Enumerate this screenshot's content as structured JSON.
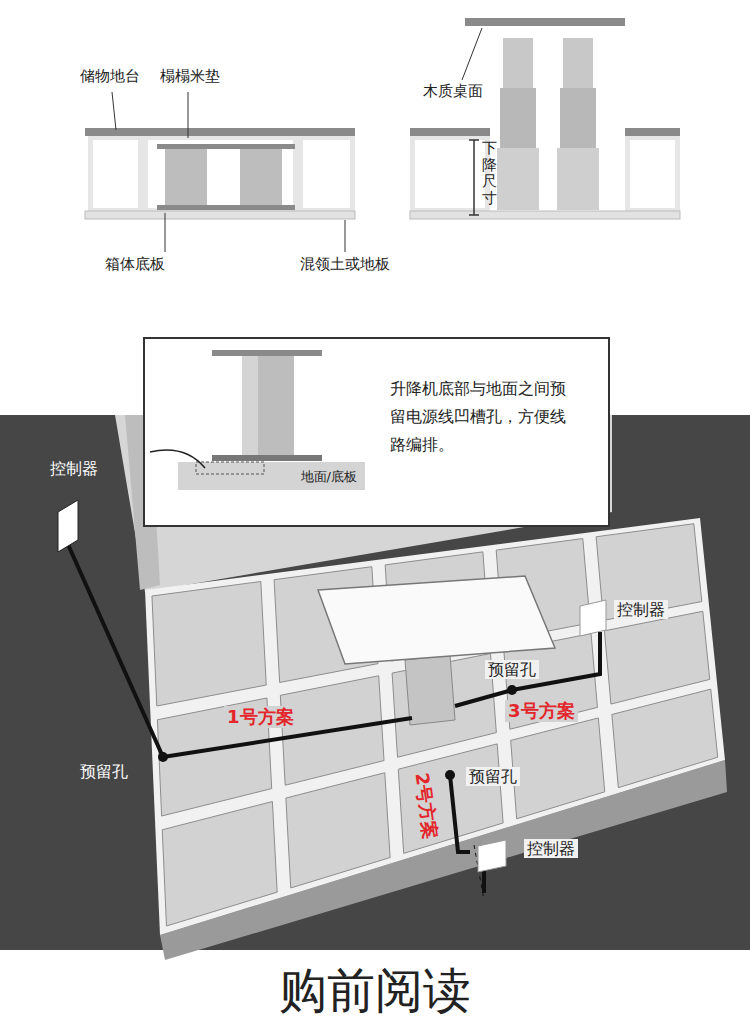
{
  "diagram": {
    "title": "购前阅读",
    "nodes": [
      {
        "text": [
          "升降机底部与地面之间预留电源线凹槽孔，方便线路编排。"
        ]
      },
      {
        "text": [
          "地面/底板"
        ],
        "in": 0
      }
    ],
    "labels": [
      "储物地台",
      "榻榻米垫",
      "箱体底板",
      "混领土或地板",
      "木质桌面",
      "下降尺寸",
      "控制器",
      "控制器",
      "控制器",
      "预留孔",
      "预留孔",
      "预留孔",
      "1号方案",
      "3号方案",
      "2号方案"
    ]
  }
}
